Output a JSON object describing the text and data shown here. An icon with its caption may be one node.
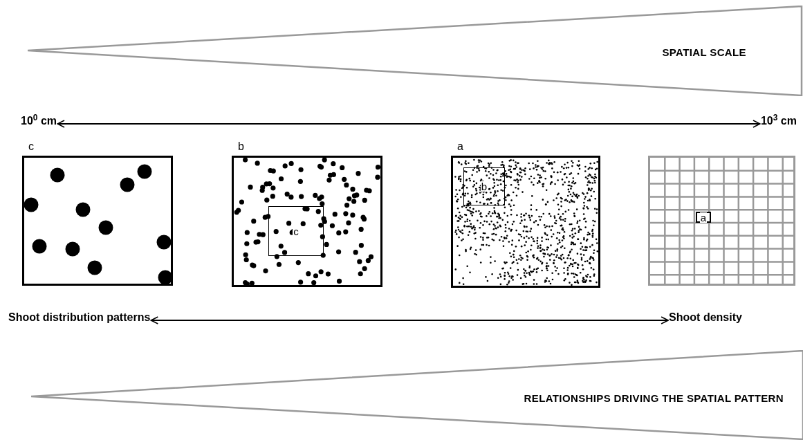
{
  "diagram": {
    "nodes": [
      {
        "text": [
          "SPATIAL SCALE"
        ]
      },
      {
        "text": [
          "10$^{0}$ cm"
        ]
      },
      {
        "text": [
          "10$^{3}$ cm"
        ]
      },
      {
        "text": [
          "c"
        ]
      },
      {
        "text": [
          "b"
        ]
      },
      {
        "text": [
          "c"
        ],
        "in": 4
      },
      {
        "text": [
          "a"
        ]
      },
      {
        "text": [
          "b"
        ],
        "in": 6
      },
      {
        "text": [],
        "shape": "box"
      },
      {
        "text": [
          "a"
        ],
        "in": 8
      },
      {
        "text": [
          "Shoot distribution patterns"
        ]
      },
      {
        "text": [
          "Shoot density"
        ]
      },
      {
        "text": [
          "RELATIONSHIPS DRIVING THE SPATIAL PATTERN"
        ]
      }
    ],
    "edges": [
      {
        "from": 1,
        "to": 2,
        "arrow": "both"
      },
      {
        "from": 10,
        "to": 11,
        "arrow": "both"
      }
    ]
  }
}
